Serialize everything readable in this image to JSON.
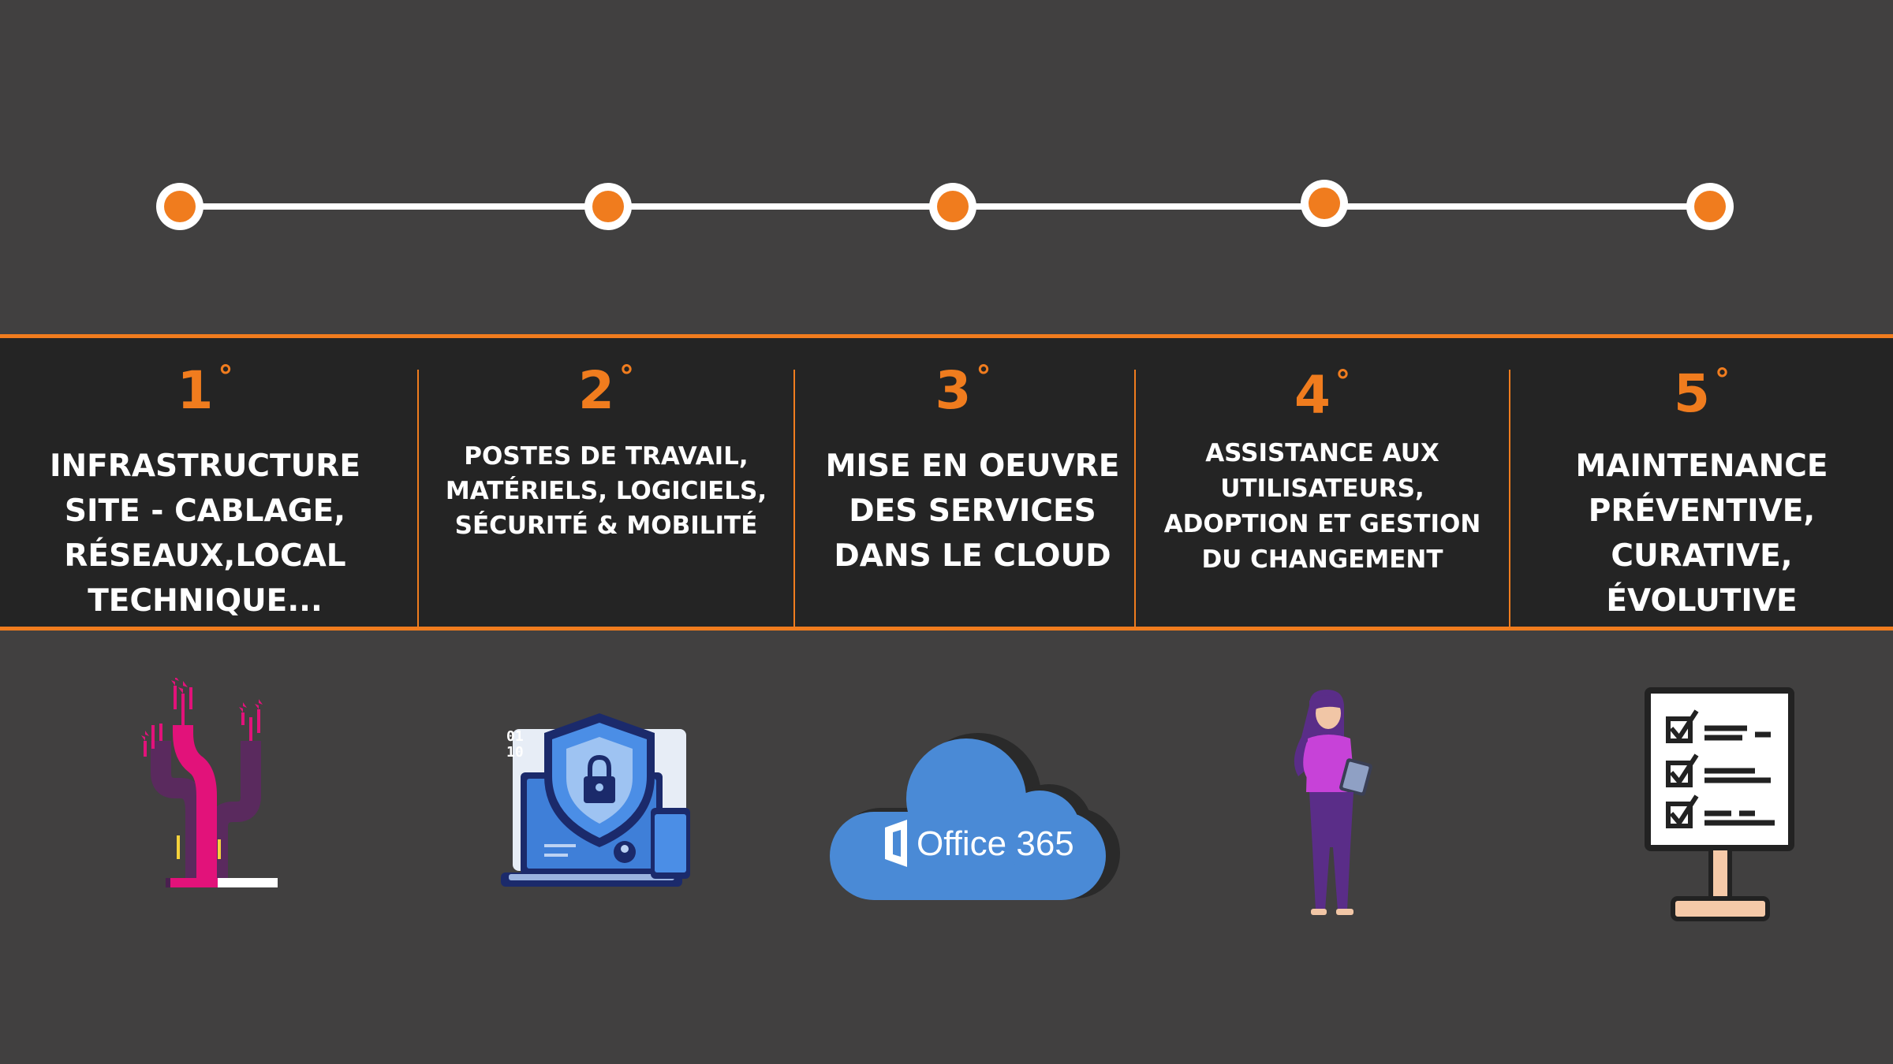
{
  "timeline": {
    "accent": "#f07c1e",
    "line_color": "#ffffff",
    "background": "#414040",
    "band_background": "#242424"
  },
  "steps": [
    {
      "number": "1",
      "degree": "°",
      "lines": [
        "INFRASTRUCTURE",
        "SITE - CABLAGE,",
        "RÉSEAUX,LOCAL",
        "TECHNIQUE..."
      ],
      "icon": "cable-tree-icon"
    },
    {
      "number": "2",
      "degree": "°",
      "lines": [
        "POSTES DE TRAVAIL,",
        "MATÉRIELS, LOGICIELS,",
        "SÉCURITÉ & MOBILITÉ"
      ],
      "icon": "security-shield-laptop-icon"
    },
    {
      "number": "3",
      "degree": "°",
      "lines": [
        "MISE EN OEUVRE",
        "DES SERVICES",
        "DANS  LE CLOUD"
      ],
      "icon": "office365-cloud-icon",
      "logo_text": "Office 365"
    },
    {
      "number": "4",
      "degree": "°",
      "lines": [
        "ASSISTANCE AUX",
        "UTILISATEURS,",
        "ADOPTION ET  GESTION",
        "DU CHANGEMENT"
      ],
      "icon": "woman-with-tablet-icon"
    },
    {
      "number": "5",
      "degree": "°",
      "lines": [
        "MAINTENANCE",
        "PRÉVENTIVE,",
        "CURATIVE,",
        "ÉVOLUTIVE"
      ],
      "icon": "checklist-board-icon"
    }
  ]
}
